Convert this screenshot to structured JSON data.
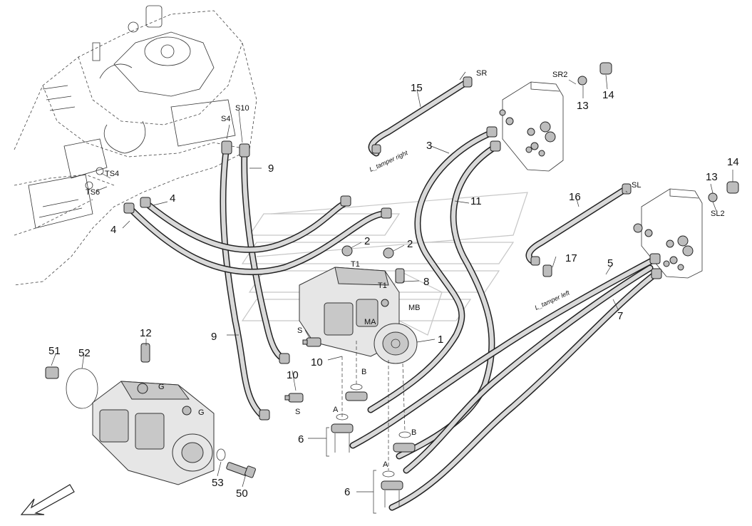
{
  "part_numbers": {
    "p1": "1",
    "p2a": "2",
    "p2b": "2",
    "p3": "3",
    "p4a": "4",
    "p4b": "4",
    "p5": "5",
    "p6a": "6",
    "p6b": "6",
    "p7": "7",
    "p8": "8",
    "p9a": "9",
    "p9b": "9",
    "p10a": "10",
    "p10b": "10",
    "p11": "11",
    "p12": "12",
    "p13a": "13",
    "p13b": "13",
    "p14a": "14",
    "p14b": "14",
    "p15": "15",
    "p16": "16",
    "p17": "17",
    "p50": "50",
    "p51": "51",
    "p52": "52",
    "p53": "53"
  },
  "port_tags": {
    "sr": "SR",
    "sr2": "SR2",
    "sl": "SL",
    "sl2": "SL2",
    "s4": "S4",
    "s10": "S10",
    "ts4": "TS4",
    "ts6": "TS6",
    "t1a": "T1",
    "t1b": "T1",
    "ma": "MA",
    "mb": "MB",
    "sa": "S",
    "sb": "S",
    "a1": "A",
    "a2": "A",
    "b1": "B",
    "b2": "B",
    "g1": "G",
    "g2": "G"
  },
  "notes": {
    "tamper_right": "L_tamper right",
    "tamper_left": "L_tamper left"
  },
  "icons": [
    "view-direction-arrow-icon"
  ]
}
